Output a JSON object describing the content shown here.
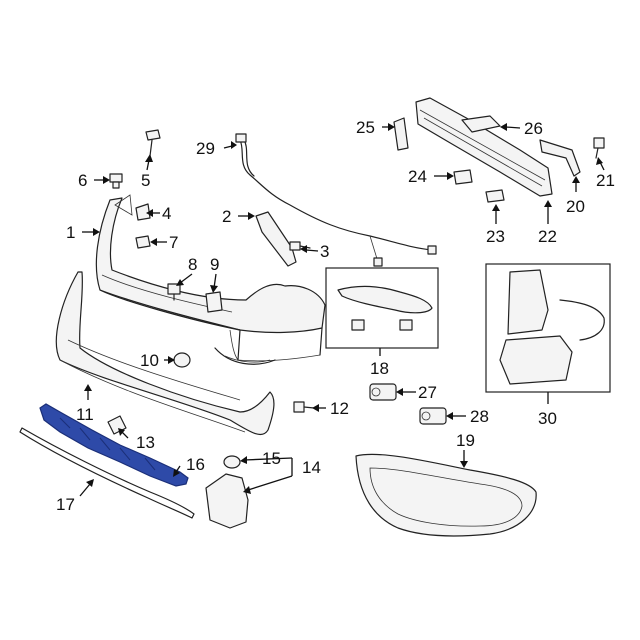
{
  "colors": {
    "highlight": "#2e4aa8",
    "line": "#222222",
    "background": "#ffffff"
  },
  "callouts": [
    {
      "id": "1",
      "label": "1"
    },
    {
      "id": "2",
      "label": "2"
    },
    {
      "id": "3",
      "label": "3"
    },
    {
      "id": "4",
      "label": "4"
    },
    {
      "id": "5",
      "label": "5"
    },
    {
      "id": "6",
      "label": "6"
    },
    {
      "id": "7",
      "label": "7"
    },
    {
      "id": "8",
      "label": "8"
    },
    {
      "id": "9",
      "label": "9"
    },
    {
      "id": "10",
      "label": "10"
    },
    {
      "id": "11",
      "label": "11"
    },
    {
      "id": "12",
      "label": "12"
    },
    {
      "id": "13",
      "label": "13"
    },
    {
      "id": "14",
      "label": "14"
    },
    {
      "id": "15",
      "label": "15"
    },
    {
      "id": "16",
      "label": "16"
    },
    {
      "id": "17",
      "label": "17"
    },
    {
      "id": "18",
      "label": "18"
    },
    {
      "id": "19",
      "label": "19"
    },
    {
      "id": "20",
      "label": "20"
    },
    {
      "id": "21",
      "label": "21"
    },
    {
      "id": "22",
      "label": "22"
    },
    {
      "id": "23",
      "label": "23"
    },
    {
      "id": "24",
      "label": "24"
    },
    {
      "id": "25",
      "label": "25"
    },
    {
      "id": "26",
      "label": "26"
    },
    {
      "id": "27",
      "label": "27"
    },
    {
      "id": "28",
      "label": "28"
    },
    {
      "id": "29",
      "label": "29"
    },
    {
      "id": "30",
      "label": "30"
    }
  ]
}
